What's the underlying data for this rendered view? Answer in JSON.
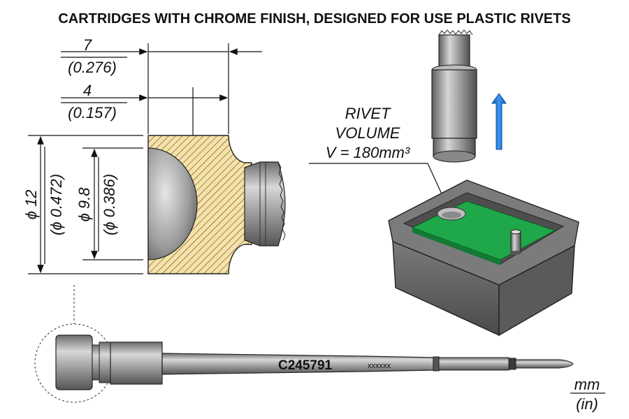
{
  "title": "CARTRIDGES WITH CHROME FINISH, DESIGNED FOR USE PLASTIC RIVETS",
  "dimensions": {
    "width_outer_mm": "7",
    "width_outer_in": "(0.276)",
    "width_inner_mm": "4",
    "width_inner_in": "(0.157)",
    "dia_outer_mm": "ϕ 12",
    "dia_outer_in": "(ϕ 0.472)",
    "dia_inner_mm": "ϕ 9.8",
    "dia_inner_in": "(ϕ 0.386)"
  },
  "rivet": {
    "line1": "RIVET",
    "line2": "VOLUME",
    "line3": "V = 180mm³"
  },
  "cartridge": {
    "code": "C245791",
    "serial": "xxxxxx"
  },
  "units": {
    "mm": "mm",
    "in": "(in)"
  },
  "colors": {
    "hatch_fill": "#f6e2a8",
    "pcb_green": "#1fa84a",
    "arrow_blue": "#1e78d6",
    "metal_gray": "#9a9a9a",
    "housing_gray": "#6a6a6a"
  }
}
